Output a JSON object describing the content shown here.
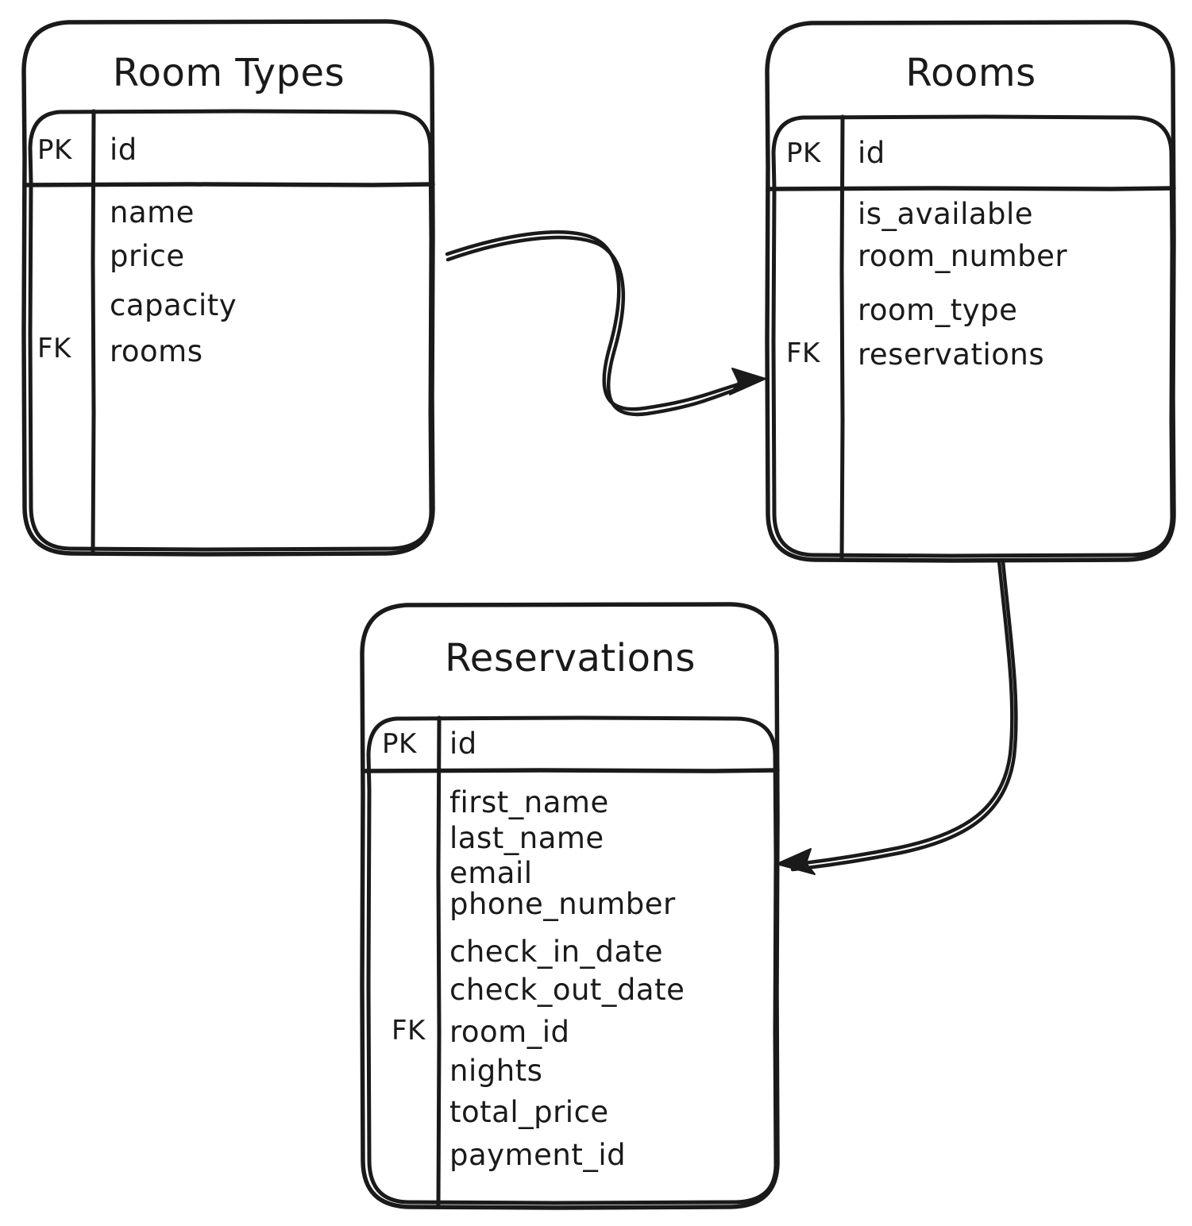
{
  "diagram": {
    "kind": "entity-relationship-diagram",
    "style": "hand-drawn",
    "stroke_color": "#1a1a1a",
    "background_color": "#ffffff",
    "entities": [
      {
        "id": "room_types",
        "title": "Room Types",
        "primary_key_label": "PK",
        "primary_key_field": "id",
        "foreign_key_label": "FK",
        "fields": [
          "name",
          "price",
          "capacity",
          "rooms"
        ],
        "foreign_key_field": "rooms"
      },
      {
        "id": "rooms",
        "title": "Rooms",
        "primary_key_label": "PK",
        "primary_key_field": "id",
        "foreign_key_label": "FK",
        "fields": [
          "is_available",
          "room_number",
          "room_type",
          "reservations"
        ],
        "foreign_key_field": "reservations"
      },
      {
        "id": "reservations",
        "title": "Reservations",
        "primary_key_label": "PK",
        "primary_key_field": "id",
        "foreign_key_label": "FK",
        "fields": [
          "first_name",
          "last_name",
          "email",
          "phone_number",
          "check_in_date",
          "check_out_date",
          "room_id",
          "nights",
          "total_price",
          "payment_id"
        ],
        "foreign_key_field": "room_id"
      }
    ],
    "relationships": [
      {
        "id": "rel-roomtypes-rooms",
        "from": "room_types",
        "to": "rooms",
        "arrow": "single-ended"
      },
      {
        "id": "rel-rooms-reservations",
        "from": "rooms",
        "to": "reservations",
        "arrow": "single-ended"
      }
    ]
  }
}
